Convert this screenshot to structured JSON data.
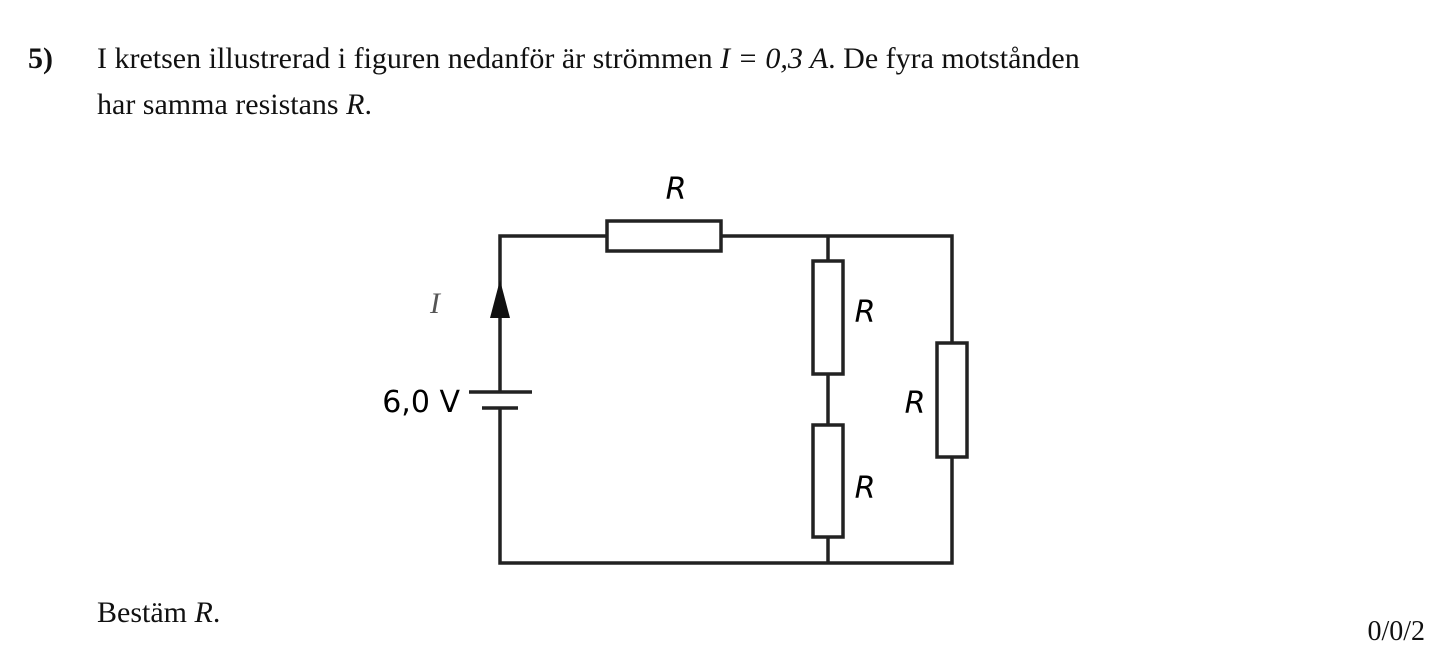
{
  "problem": {
    "number": "5)",
    "line1_before": "I kretsen illustrerad i figuren nedanför är strömmen ",
    "current_expr": "I = 0,3 A",
    "line1_after": ". De fyra motstånden",
    "line2_before": "har samma resistans ",
    "line2_var": "R",
    "line2_after": ".",
    "task_before": "Bestäm ",
    "task_var": "R",
    "task_after": ".",
    "points": "0/0/2"
  },
  "circuit": {
    "current_label": "I",
    "voltage_label": "6,0 V",
    "resistor_top_label": "R",
    "resistor_mid_upper_label": "R",
    "resistor_mid_lower_label": "R",
    "resistor_right_label": "R"
  }
}
